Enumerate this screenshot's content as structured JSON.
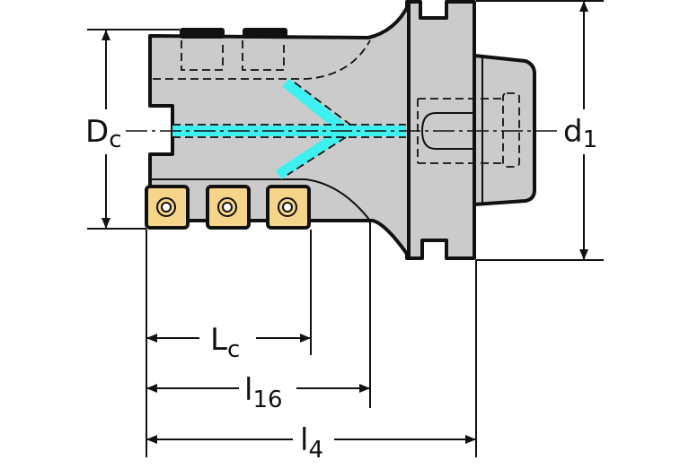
{
  "diagram": {
    "title_hidden": null,
    "labels": {
      "dc": {
        "main": "D",
        "sub": "c"
      },
      "d1": {
        "main": "d",
        "sub": "1"
      },
      "lc": {
        "main": "L",
        "sub": "c"
      },
      "l16": {
        "main": "l",
        "sub": "16"
      },
      "l4": {
        "main": "l",
        "sub": "4"
      }
    },
    "colors": {
      "body": "#cbcbcb",
      "coolant": "#3ff0f0",
      "insert": "#f6d58a",
      "line": "#111111"
    }
  }
}
